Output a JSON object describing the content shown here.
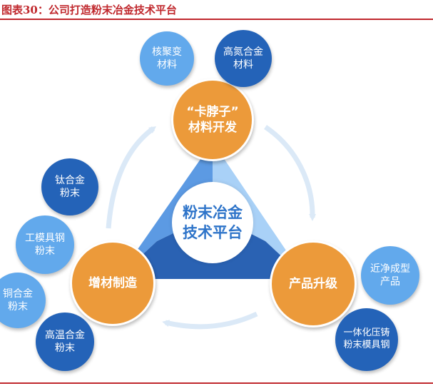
{
  "caption": "图表30：公司打造粉末冶金技术平台",
  "colors": {
    "accent_red": "#c0282d",
    "core_orange": "#ec9a3a",
    "light_blue": "#62a9ec",
    "dark_blue": "#2463b8",
    "triangle_light": "#a9d1f7",
    "triangle_mid": "#5c9ae3",
    "triangle_dark": "#2a62b3",
    "cycle_arrow": "#dbe9f7"
  },
  "center": {
    "line1": "粉末冶金",
    "line2": "技术平台"
  },
  "core_nodes": {
    "top": {
      "line1": "“卡脖子”",
      "line2": "材料开发"
    },
    "left": {
      "line1": "增材制造"
    },
    "right": {
      "line1": "产品升级"
    }
  },
  "satellites": {
    "top_1": {
      "line1": "核聚变",
      "line2": "材料",
      "tone": "light"
    },
    "top_2": {
      "line1": "高氮合金",
      "line2": "材料",
      "tone": "dark"
    },
    "left_1": {
      "line1": "钛合金",
      "line2": "粉末",
      "tone": "dark"
    },
    "left_2": {
      "line1": "工模具钢",
      "line2": "粉末",
      "tone": "light"
    },
    "left_3": {
      "line1": "铜合金",
      "line2": "粉末",
      "tone": "light"
    },
    "left_4": {
      "line1": "高温合金",
      "line2": "粉末",
      "tone": "dark"
    },
    "right_1": {
      "line1": "近净成型",
      "line2": "产品",
      "tone": "light"
    },
    "right_2": {
      "line1": "一体化压铸",
      "line2": "粉末模具钢",
      "tone": "dark"
    }
  }
}
